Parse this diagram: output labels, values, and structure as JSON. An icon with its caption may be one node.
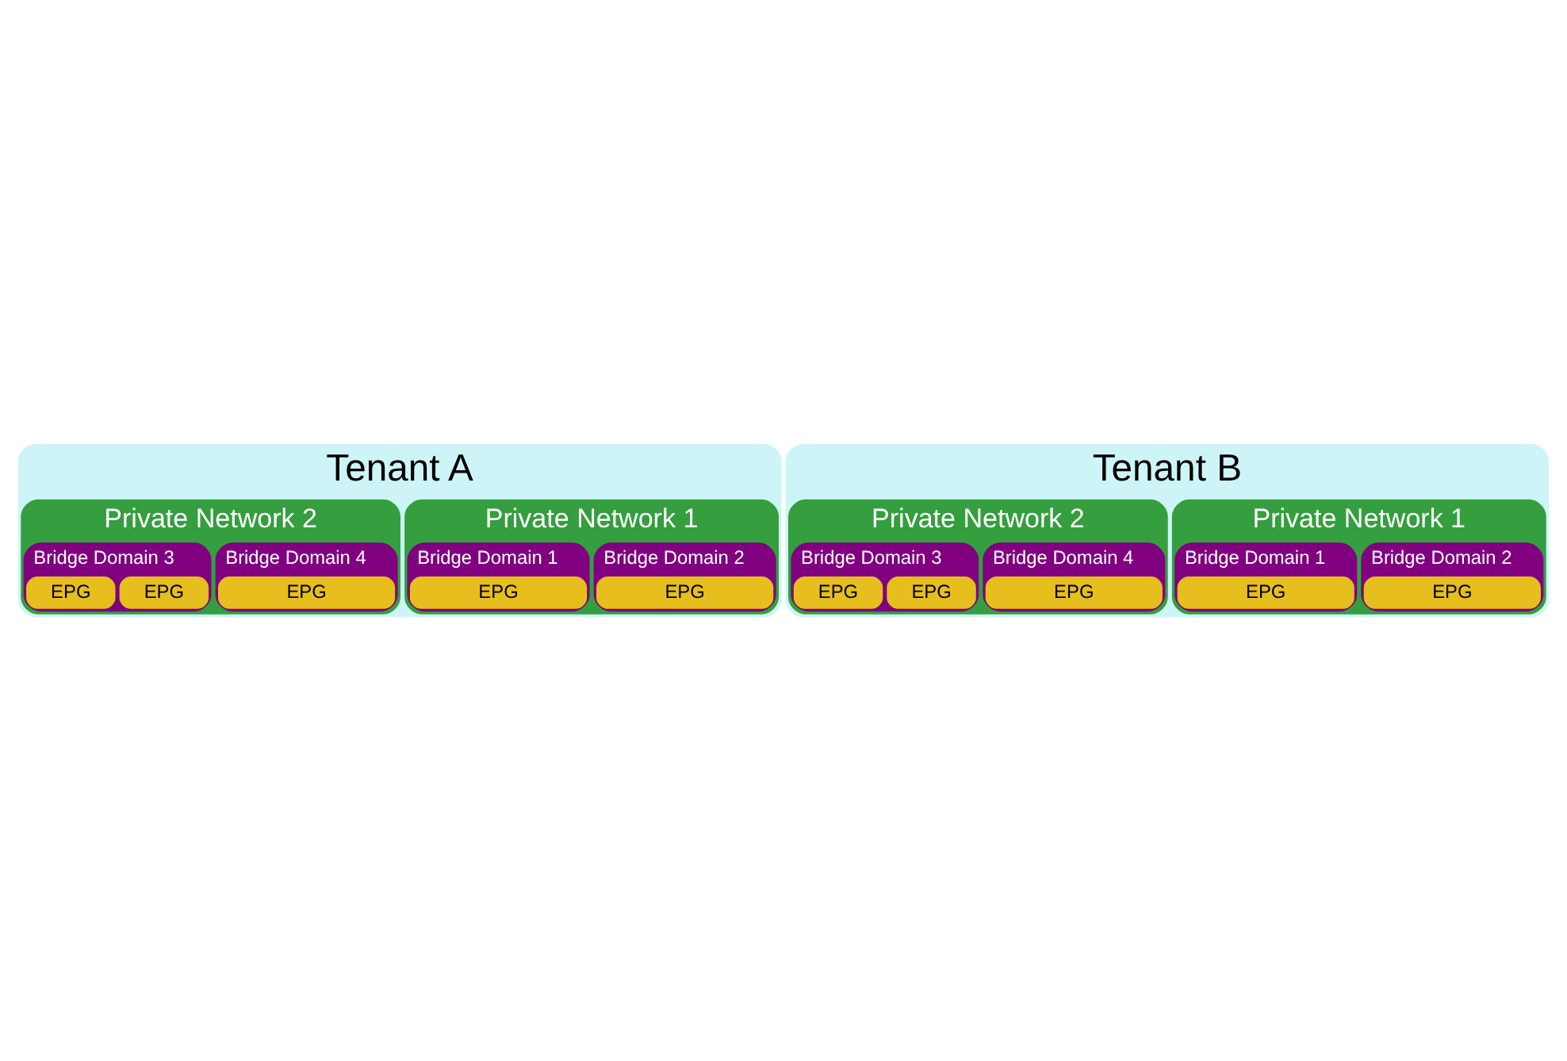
{
  "diagram": {
    "nodes": [
      {
        "text": [
          "Tenant A"
        ]
      },
      {
        "text": [
          "Private Network 1"
        ],
        "in": 0
      },
      {
        "text": [
          "Bridge Domain 1"
        ],
        "in": 1
      },
      {
        "text": [
          "EPG"
        ],
        "in": 2
      },
      {
        "text": [
          "Bridge Domain 2"
        ],
        "in": 1
      },
      {
        "text": [
          "EPG"
        ],
        "in": 4
      },
      {
        "text": [
          "Private Network 2"
        ],
        "in": 0
      },
      {
        "text": [
          "Bridge Domain 3"
        ],
        "in": 6
      },
      {
        "text": [
          "EPG"
        ],
        "in": 7
      },
      {
        "text": [
          "EPG"
        ],
        "in": 7
      },
      {
        "text": [
          "Bridge Domain 4"
        ],
        "in": 6
      },
      {
        "text": [
          "EPG"
        ],
        "in": 10
      },
      {
        "text": [
          "Tenant B"
        ]
      },
      {
        "text": [
          "Private Network 1"
        ],
        "in": 12
      },
      {
        "text": [
          "Bridge Domain 1"
        ],
        "in": 13
      },
      {
        "text": [
          "EPG"
        ],
        "in": 14
      },
      {
        "text": [
          "Bridge Domain 2"
        ],
        "in": 13
      },
      {
        "text": [
          "EPG"
        ],
        "in": 16
      },
      {
        "text": [
          "Private Network 2"
        ],
        "in": 12
      },
      {
        "text": [
          "Bridge Domain 3"
        ],
        "in": 18
      },
      {
        "text": [
          "EPG"
        ],
        "in": 19
      },
      {
        "text": [
          "EPG"
        ],
        "in": 19
      },
      {
        "text": [
          "Bridge Domain 4"
        ],
        "in": 18
      },
      {
        "text": [
          "EPG"
        ],
        "in": 22
      }
    ]
  }
}
